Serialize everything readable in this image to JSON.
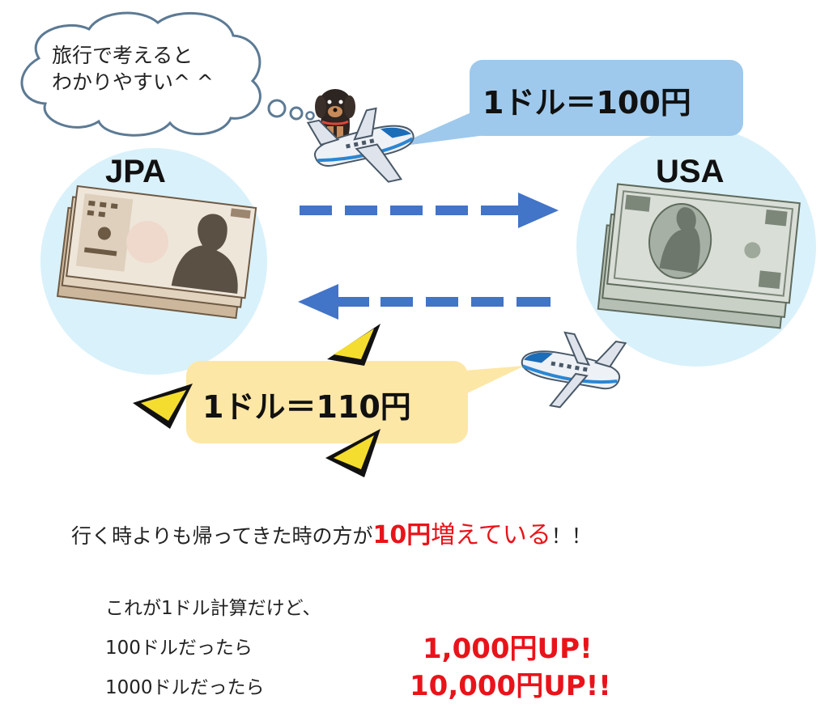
{
  "thought_bubble": {
    "text_line1": "旅行で考えると",
    "text_line2": "わかりやすい^ ^"
  },
  "countries": {
    "left": "JPA",
    "right": "USA"
  },
  "rates": {
    "outbound": "1ドル＝100円",
    "return": "1ドル＝110円"
  },
  "summary": {
    "prefix": "行く時よりも帰ってきた時の方が",
    "amount": "10円",
    "verb": "増えている",
    "suffix": "！！"
  },
  "examples": {
    "intro": "これが1ドル計算だけど、",
    "rows": [
      {
        "label": "100ドルだったら",
        "result": "1,000円UP!"
      },
      {
        "label": "1000ドルだったら",
        "result": "10,000円UP!!"
      }
    ]
  },
  "colors": {
    "circle": "#d9f1fa",
    "rate_box_top": "#9ec9ec",
    "rate_box_bottom": "#fde7a6",
    "arrow": "#4274c7",
    "highlight": "#e8141a",
    "spark": "#f4dd2e"
  },
  "icons": {
    "dog": "dachshund-icon",
    "plane": "airplane-icon",
    "yen": "yen-banknote-icon",
    "dollar": "dollar-banknote-icon",
    "spark": "sparkle-icon"
  }
}
